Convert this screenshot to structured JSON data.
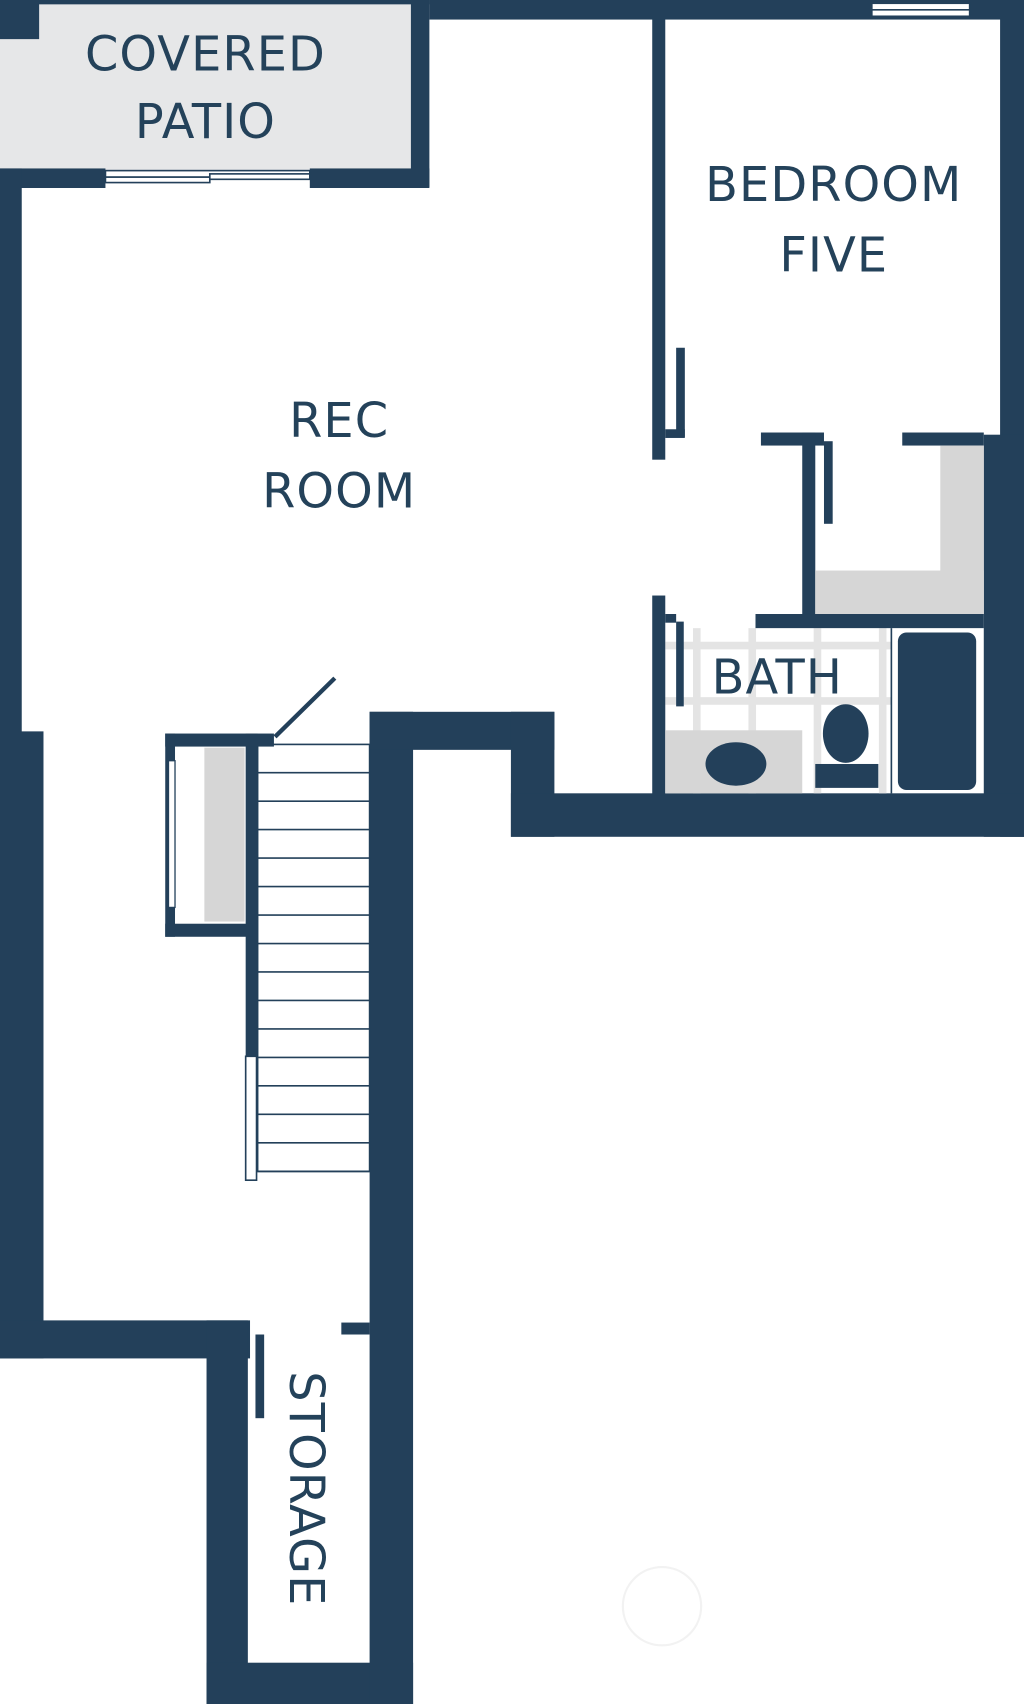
{
  "rooms": {
    "covered_patio": [
      "COVERED",
      "PATIO"
    ],
    "bedroom_five": [
      "BEDROOM",
      "FIVE"
    ],
    "rec_room": [
      "REC",
      "ROOM"
    ],
    "bath": "BATH",
    "storage": "STORAGE"
  },
  "colors": {
    "wall": "#23405a",
    "fixture_gray": "#d6d6d6",
    "patio": "#e6e7e8"
  }
}
